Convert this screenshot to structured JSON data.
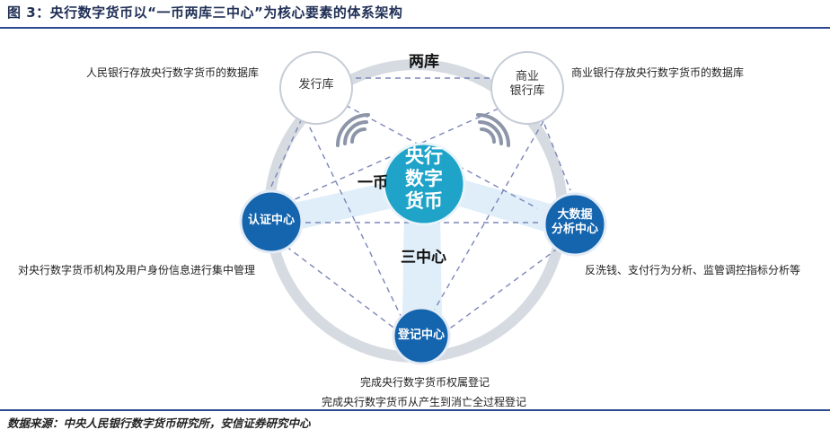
{
  "title": "图 3：央行数字货币以“一币两库三中心”为核心要素的体系架构",
  "source": "数据来源：中央人民银行数字货币研究所，安信证券研究中心",
  "words": {
    "two_vaults": "两库",
    "one_coin": "一币",
    "three_centers": "三中心"
  },
  "nodes": {
    "center": "央行\n数字\n货币",
    "issuance_vault": "发行库",
    "commercial_vault": "商业\n银行库",
    "auth_center": "认证中心",
    "bigdata_center": "大数据\n分析中心",
    "registry_center": "登记中心"
  },
  "descriptions": {
    "issuance_vault": "人民银行存放央行数字货币的数据库",
    "commercial_vault": "商业银行存放央行数字货币的数据库",
    "auth_center": "对央行数字货币机构及用户身份信息进行集中管理",
    "bigdata_center": "反洗钱、支付行为分析、监管调控指标分析等",
    "registry_center_1": "完成央行数字货币权属登记",
    "registry_center_2": "完成央行数字货币从产生到消亡全过程登记"
  },
  "colors": {
    "primary_node": "#1464ae",
    "center_node": "#1fa3c9",
    "ring": "#d6dbe2",
    "dashed": "#7b86b8",
    "title": "#1f2f55"
  }
}
